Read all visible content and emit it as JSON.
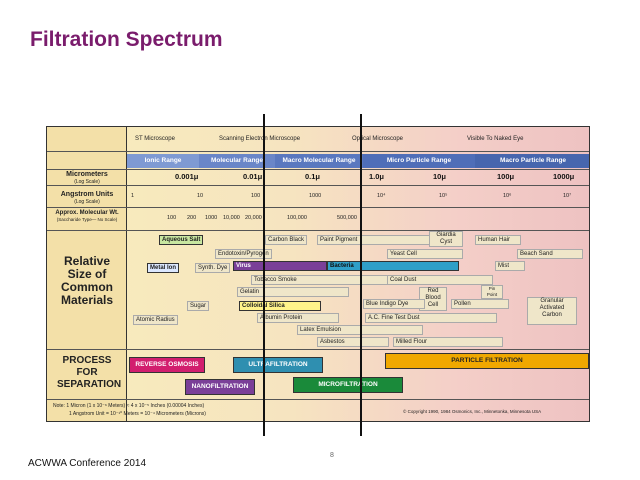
{
  "title": "Filtration Spectrum",
  "footer": "ACWWA Conference 2014",
  "page_number": "8",
  "rows": {
    "micrometers": "Micrometers",
    "micrometers_sub": "(Log Scale)",
    "angstrom": "Angstrom Units",
    "angstrom_sub": "(Log Scale)",
    "molwt": "Approx. Molecular Wt.",
    "molwt_sub": "(Saccharide Type— No Scale)",
    "relative": "Relative Size of Common Materials",
    "process": "PROCESS FOR SEPARATION"
  },
  "microscopes": [
    {
      "label": "ST Microscope"
    },
    {
      "label": "Scanning Electron Microscope"
    },
    {
      "label": "Optical Microscope"
    },
    {
      "label": "Visible To Naked Eye"
    }
  ],
  "ranges": [
    {
      "label": "Ionic Range",
      "color": "#7f9ad3"
    },
    {
      "label": "Molecular Range",
      "color": "#6a86c8"
    },
    {
      "label": "Macro Molecular Range",
      "color": "#5a78bf"
    },
    {
      "label": "Micro Particle Range",
      "color": "#4f6eb8"
    },
    {
      "label": "Macro Particle Range",
      "color": "#4766ae"
    }
  ],
  "micrometer_values": [
    "0.001μ",
    "0.01μ",
    "0.1μ",
    "1.0μ",
    "10μ",
    "100μ",
    "1000μ"
  ],
  "angstrom_values": [
    "1",
    "10",
    "100",
    "1000",
    "10⁴",
    "10⁵",
    "10⁶",
    "10⁷"
  ],
  "molwt_values": [
    "100",
    "200",
    "1000",
    "10,000",
    "20,000",
    "100,000",
    "500,000"
  ],
  "materials": {
    "aqueous_salt": "Aqueous Salt",
    "metal_ion": "Metal Ion",
    "synth_dye": "Synth. Dye",
    "endotoxin": "Endotoxin/Pyrogen",
    "carbon_black": "Carbon Black",
    "paint_pigment": "Paint Pigment",
    "giardia": "Giardia Cyst",
    "human_hair": "Human Hair",
    "beach_sand": "Beach Sand",
    "virus": "Virus",
    "bacteria": "Bacteria",
    "yeast_cell": "Yeast Cell",
    "mist": "Mist",
    "tobacco_smoke": "Tobacco Smoke",
    "coal_dust": "Coal Dust",
    "gelatin": "Gelatin",
    "red_blood_cell": "Red Blood Cell",
    "pin_point": "Pin Point",
    "sugar": "Sugar",
    "colloidal_silica": "Colloidal Silica",
    "blue_indigo_dye": "Blue Indigo Dye",
    "pollen": "Pollen",
    "granular_carbon": "Granular Activated Carbon",
    "atomic_radius": "Atomic Radius",
    "albumin_protein": "Albumin Protein",
    "ac_fine_test_dust": "A.C. Fine Test Dust",
    "latex_emulsion": "Latex Emulsion",
    "asbestos": "Asbestos",
    "milled_flour": "Milled Flour"
  },
  "processes": [
    {
      "label": "REVERSE OSMOSIS",
      "color": "#d21e6e",
      "text_color": "#ffffff"
    },
    {
      "label": "ULTRAFILTRATION",
      "color": "#2f8fb0",
      "text_color": "#ffffff"
    },
    {
      "label": "PARTICLE FILTRATION",
      "color": "#f0a800",
      "text_color": "#222222"
    },
    {
      "label": "NANOFILTRATION",
      "color": "#7a3f98",
      "text_color": "#ffffff"
    },
    {
      "label": "MICROFILTRATION",
      "color": "#1a8a3a",
      "text_color": "#ffffff"
    }
  ],
  "note_1": "Note: 1 Micron (1 x 10⁻⁶ Meters) ≈ 4 x 10⁻⁵ Inches (0.00004 Inches)",
  "note_2": "1 Angstrom Unit = 10⁻¹⁰ Meters = 10⁻⁴ Micrometers (Microns)",
  "copyright": "© Copyright 1990, 1984 Osmonics, Inc., Minnetonka, Minnesota USA"
}
